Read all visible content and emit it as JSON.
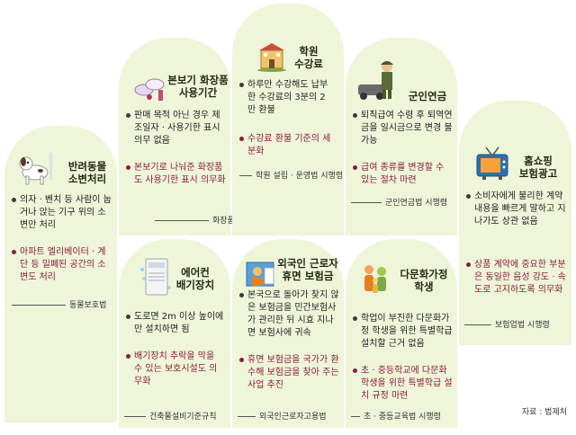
{
  "cards": {
    "pet": {
      "title": "반려동물\n소변처리",
      "icon": "dog-icon",
      "bullet1": "의자 · 벤치 등 사람이 눕거나 앉는 기구 위의 소변만 처리",
      "bullet2": "아파트 엘리베이터 · 계단 등 밀폐된 공간의 소변도 처리",
      "law": "동물보호법"
    },
    "cosmetic": {
      "title": "본보기 화장품\n사용기간",
      "icon": "cosmetics-icon",
      "bullet1": "판매 목적 아닌 경우 제조일자 · 사용기한 표시 의무 없음",
      "bullet2": "본보기로 나눠준 화장품도 사용기한 표시 의무화",
      "law": "화장품법"
    },
    "academy": {
      "title": "학원\n수강료",
      "icon": "school-icon",
      "bullet1": "하루만 수강해도 납부한 수강료의 3분의 2만 환불",
      "bullet2": "수강료 환불 기준의 세분화",
      "law": "학원 설립 · 운영법 시행령"
    },
    "military": {
      "title": "군인연금",
      "icon": "soldier-icon",
      "bullet1": "퇴직급여 수령 후 퇴역연금을 일시금으로 변경 불가능",
      "bullet2": "급여 종류를 변경할 수 있는 절차 마련",
      "law": "군인연금법 시행령"
    },
    "homeshopping": {
      "title": "홈쇼핑\n보험광고",
      "icon": "tv-icon",
      "bullet1": "소비자에게 불리한 계약 내용을 빠르게 말하고 지나가도 상관 없음",
      "bullet2": "상품 계약에 중요한 부분은 동일한 음성 강도 · 속도로 고지하도록 의무화",
      "law": "보험업법 시행령"
    },
    "aircon": {
      "title": "에어컨\n배기장치",
      "icon": "air-conditioner-icon",
      "bullet1": "도로면 2m 이상 높이에만 설치하면 됨",
      "bullet2": "배기장치 추락을 막을 수 있는 보호시설도 의무화",
      "law": "건축물설비기준규칙"
    },
    "foreign": {
      "title": "외국인 근로자\n휴면 보험금",
      "icon": "worker-icon",
      "bullet1": "본국으로 돌아가 찾지 않은 보험금을 민간보험사가 관리한 뒤 시효 지나면 보험사에 귀속",
      "bullet2": "휴면 보험금을 국가가 환수해 보험금을 찾아 주는 사업 추진",
      "law": "외국인근로자고용법"
    },
    "multicultural": {
      "title": "다문화가정\n학생",
      "icon": "family-icon",
      "bullet1": "학업이 부진한 다문화가정 학생을 위한 특별학급 설치할 근거 없음",
      "bullet2": "초 · 중등학교에 다문화 학생을 위한 특별학급 설치 규정 마련",
      "law": "초 · 중등교육법 시행령"
    }
  },
  "source": "자료 : 법제처",
  "colors": {
    "card_bg": "#eef5d9",
    "red_text": "#8a1d3a"
  }
}
